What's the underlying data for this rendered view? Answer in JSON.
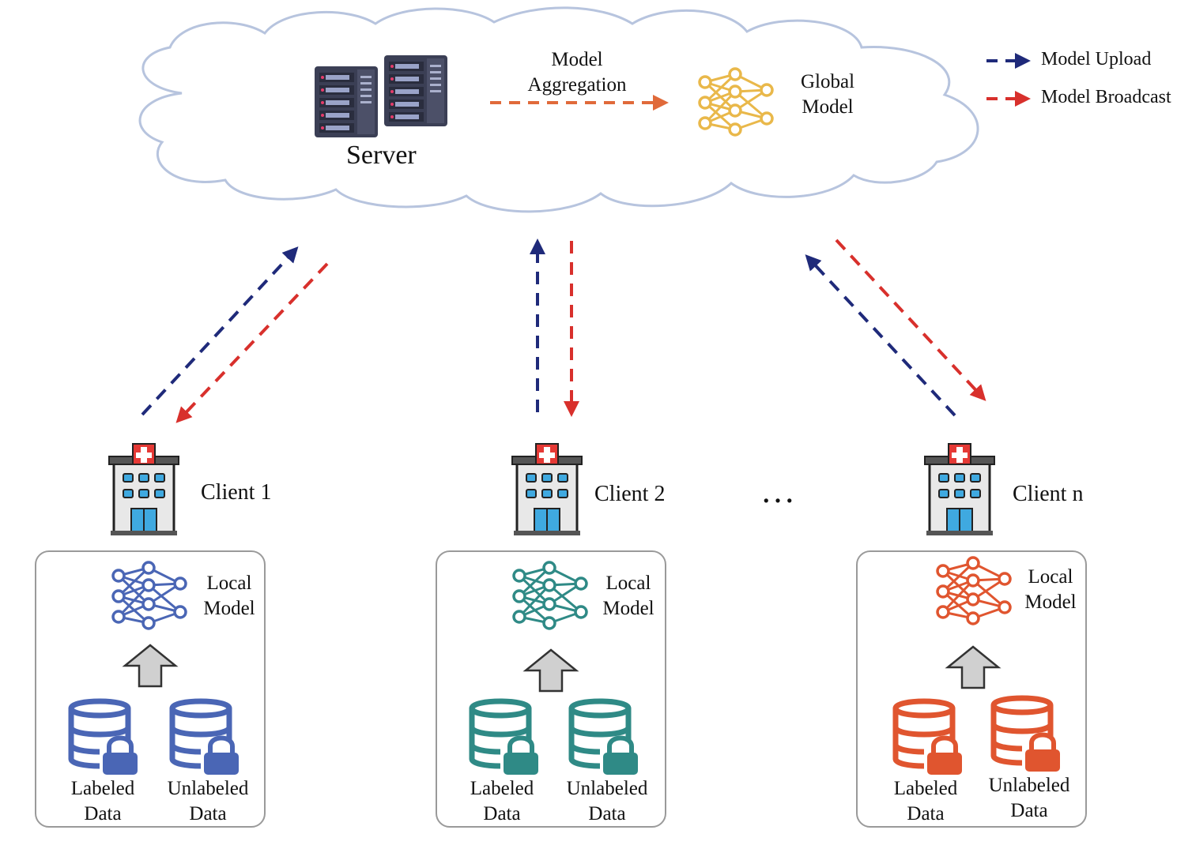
{
  "server": {
    "label": "Server"
  },
  "aggregation": {
    "line1": "Model",
    "line2": "Aggregation"
  },
  "global_model": {
    "line1": "Global",
    "line2": "Model"
  },
  "legend": {
    "upload": "Model Upload",
    "broadcast": "Model Broadcast"
  },
  "ellipsis": "…",
  "clients": [
    {
      "label": "Client 1",
      "local_line1": "Local",
      "local_line2": "Model",
      "labeled_line1": "Labeled",
      "labeled_line2": "Data",
      "unlabeled_line1": "Unlabeled",
      "unlabeled_line2": "Data"
    },
    {
      "label": "Client 2",
      "local_line1": "Local",
      "local_line2": "Model",
      "labeled_line1": "Labeled",
      "labeled_line2": "Data",
      "unlabeled_line1": "Unlabeled",
      "unlabeled_line2": "Data"
    },
    {
      "label": "Client n",
      "local_line1": "Local",
      "local_line2": "Model",
      "labeled_line1": "Labeled",
      "labeled_line2": "Data",
      "unlabeled_line1": "Unlabeled",
      "unlabeled_line2": "Data"
    }
  ],
  "colors": {
    "upload": "#1f2a7a",
    "broadcast": "#d8302c",
    "aggregation": "#e06a3a",
    "global": "#e9b84a",
    "client1": "#4a66b5",
    "client2": "#2f8a86",
    "client3": "#e0552f",
    "cloud": "#b7c4de"
  }
}
